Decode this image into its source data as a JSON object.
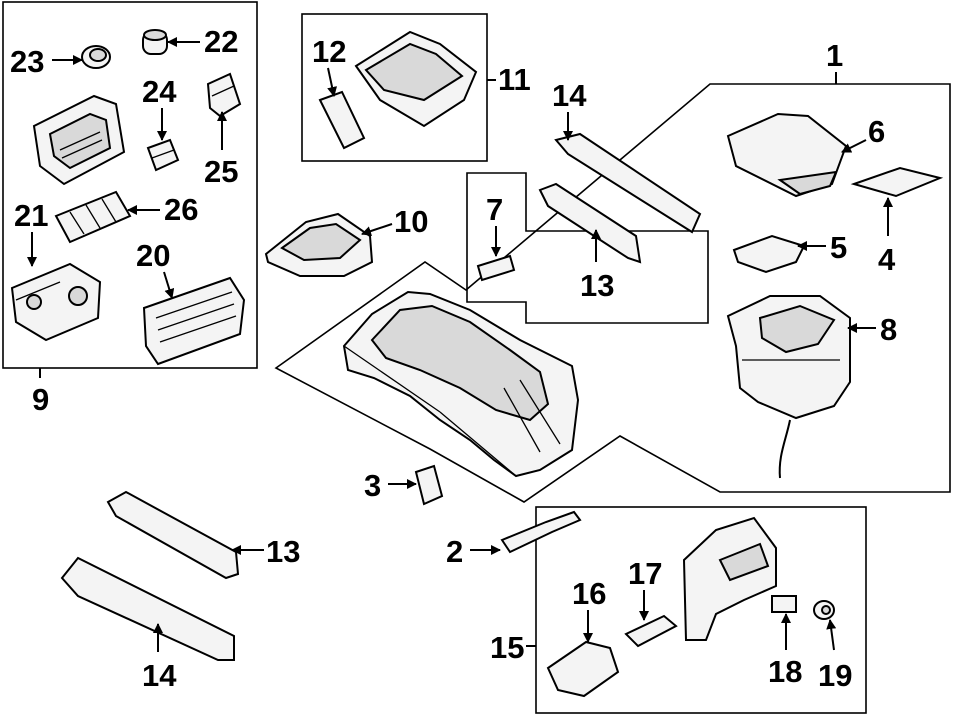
{
  "callouts": [
    {
      "id": "c1",
      "text": "1"
    },
    {
      "id": "c2",
      "text": "2"
    },
    {
      "id": "c3",
      "text": "3"
    },
    {
      "id": "c4",
      "text": "4"
    },
    {
      "id": "c5",
      "text": "5"
    },
    {
      "id": "c6",
      "text": "6"
    },
    {
      "id": "c7",
      "text": "7"
    },
    {
      "id": "c8",
      "text": "8"
    },
    {
      "id": "c9",
      "text": "9"
    },
    {
      "id": "c10",
      "text": "10"
    },
    {
      "id": "c11",
      "text": "11"
    },
    {
      "id": "c12",
      "text": "12"
    },
    {
      "id": "c13a",
      "text": "13"
    },
    {
      "id": "c13b",
      "text": "13"
    },
    {
      "id": "c14a",
      "text": "14"
    },
    {
      "id": "c14b",
      "text": "14"
    },
    {
      "id": "c15",
      "text": "15"
    },
    {
      "id": "c16",
      "text": "16"
    },
    {
      "id": "c17",
      "text": "17"
    },
    {
      "id": "c18",
      "text": "18"
    },
    {
      "id": "c19",
      "text": "19"
    },
    {
      "id": "c20",
      "text": "20"
    },
    {
      "id": "c21",
      "text": "21"
    },
    {
      "id": "c22",
      "text": "22"
    },
    {
      "id": "c23",
      "text": "23"
    },
    {
      "id": "c24",
      "text": "24"
    },
    {
      "id": "c25",
      "text": "25"
    },
    {
      "id": "c26",
      "text": "26"
    }
  ]
}
